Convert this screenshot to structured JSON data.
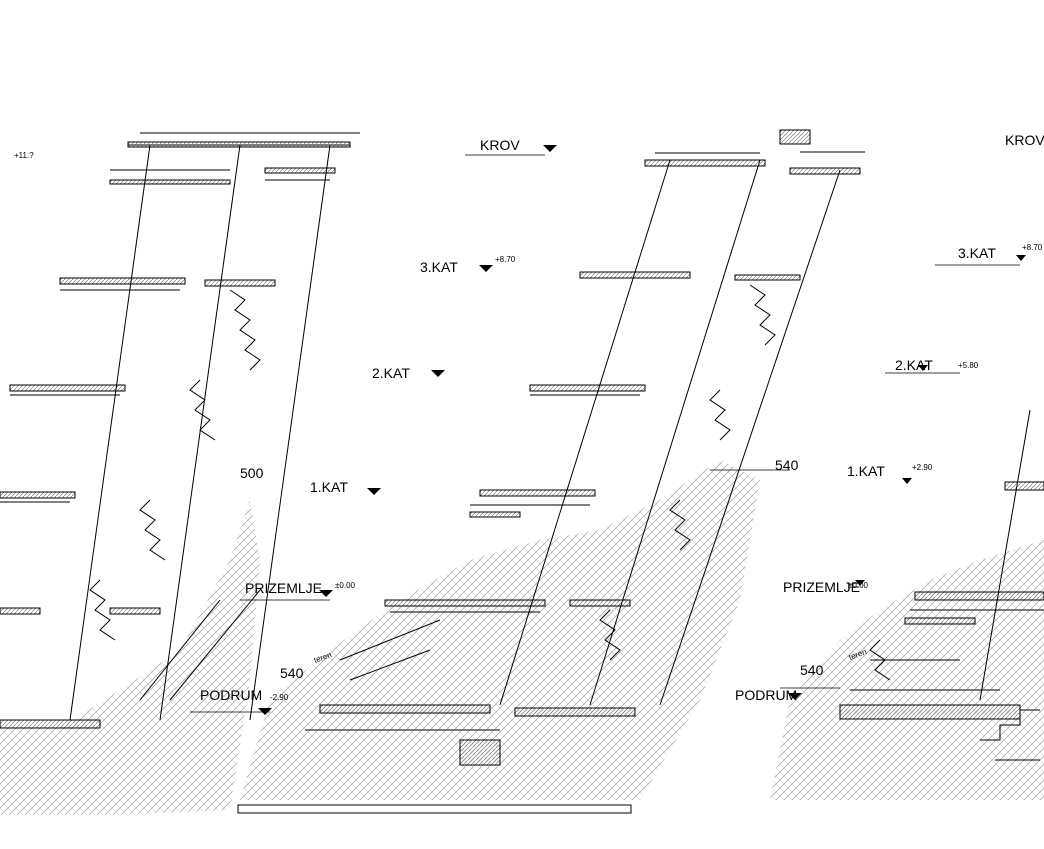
{
  "drawing": {
    "labels": {
      "top_left_level": "+11.?",
      "top_center": "KROV",
      "top_right": "KROV",
      "level_3_center": "3.KAT",
      "level_3_center_small": "+8.70",
      "level_2_center": "2.KAT",
      "level_1_center": "1.KAT",
      "ground_center": "PRIZEMLJE",
      "ground_center_small": "±0.00",
      "basement_left": "PODRUM",
      "basement_left_small": "-2.90",
      "left_500": "500",
      "left_540": "540",
      "center_540": "540",
      "right_level_3": "3.KAT",
      "right_level_3_small": "+8.70",
      "right_level_2": "2.KAT",
      "right_level_2_small": "+5.80",
      "right_level_1": "1.KAT",
      "right_level_1_small": "+2.90",
      "right_ground": "PRIZEMLJE",
      "right_ground_small": "±0.00",
      "right_basement": "PODRUM",
      "right_540": "540",
      "terrain_note": "teren",
      "terrain_note_left": "teren"
    },
    "colors": {
      "line": "#000000",
      "hatch": "#8a8a8a",
      "background": "#ffffff"
    }
  }
}
